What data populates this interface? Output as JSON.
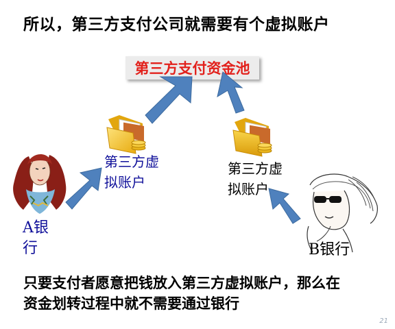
{
  "slide": {
    "heading": "所以，第三方支付公司就需要有个虚拟账户",
    "pool_label": "第三方支付资金池",
    "left_account": {
      "line1": "第三方虚",
      "line2": "拟账户"
    },
    "right_account": {
      "line1": "第三方虚",
      "line2": "拟账户"
    },
    "bank_a": {
      "line1": "A银",
      "line2": "行"
    },
    "bank_b": "B银行",
    "footer": {
      "line1": "只要支付者愿意把钱放入第三方虚拟账户，那么在",
      "line2": "资金划转过程中就不需要通过银行"
    },
    "page_number": "21"
  },
  "colors": {
    "pool_text": "#e2211c",
    "arrow_fill": "#4f81bd",
    "left_labels": "#10109a",
    "folder": "#f6c829"
  },
  "icons": [
    "woman-portrait-a-icon",
    "woman-portrait-b-icon",
    "folder-card-icon"
  ]
}
